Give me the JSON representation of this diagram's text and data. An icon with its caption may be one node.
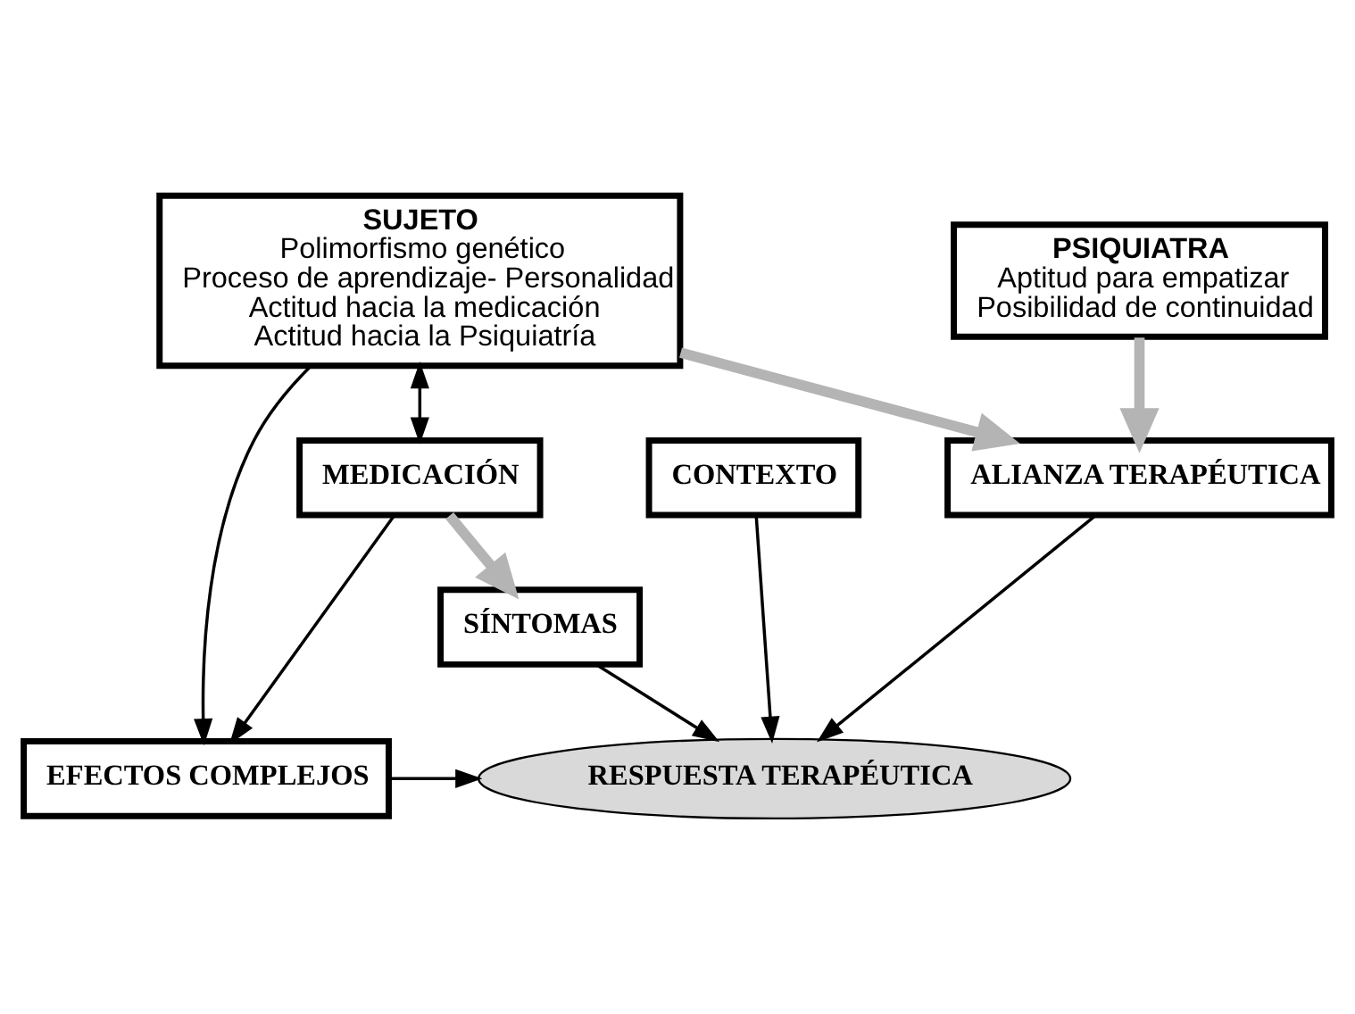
{
  "diagram": {
    "nodes": [
      {
        "text": [
          "SUJETO",
          "Polimorfismo genético",
          "Proceso de aprendizaje- Personalidad",
          "Actitud hacia la medicación",
          "Actitud hacia la Psiquiatría"
        ]
      },
      {
        "text": [
          "PSIQUIATRA",
          "Aptitud para empatizar",
          "Posibilidad de continuidad"
        ]
      },
      {
        "text": [
          "ALIANZA TERAPÉUTICA"
        ]
      },
      {
        "text": [
          "CONTEXTO"
        ]
      },
      {
        "text": [
          "MEDICACIÓN"
        ]
      },
      {
        "text": [
          "SÍNTOMAS"
        ]
      },
      {
        "text": [
          "RESPUESTA TERAPÉUTICA"
        ]
      },
      {
        "text": [
          "EFECTOS COMPLEJOS"
        ]
      }
    ],
    "edges": [
      {
        "from": 0,
        "to": 7,
        "arrow": "to"
      },
      {
        "from": 0,
        "to": 4,
        "arrow": "both"
      },
      {
        "from": 0,
        "to": 2,
        "arrow": "to",
        "style": "thick",
        "color": "#b4b4b4"
      },
      {
        "from": 1,
        "to": 2,
        "arrow": "to",
        "style": "thick",
        "color": "#b4b4b4"
      },
      {
        "from": 4,
        "to": 7,
        "arrow": "to"
      },
      {
        "from": 4,
        "to": 5,
        "arrow": "to",
        "style": "thick",
        "color": "#b4b4b4"
      },
      {
        "from": 2,
        "to": 6,
        "arrow": "to"
      },
      {
        "from": 3,
        "to": 6,
        "arrow": "to"
      },
      {
        "from": 5,
        "to": 6,
        "arrow": "to"
      },
      {
        "from": 7,
        "to": 6,
        "arrow": "to"
      }
    ]
  }
}
